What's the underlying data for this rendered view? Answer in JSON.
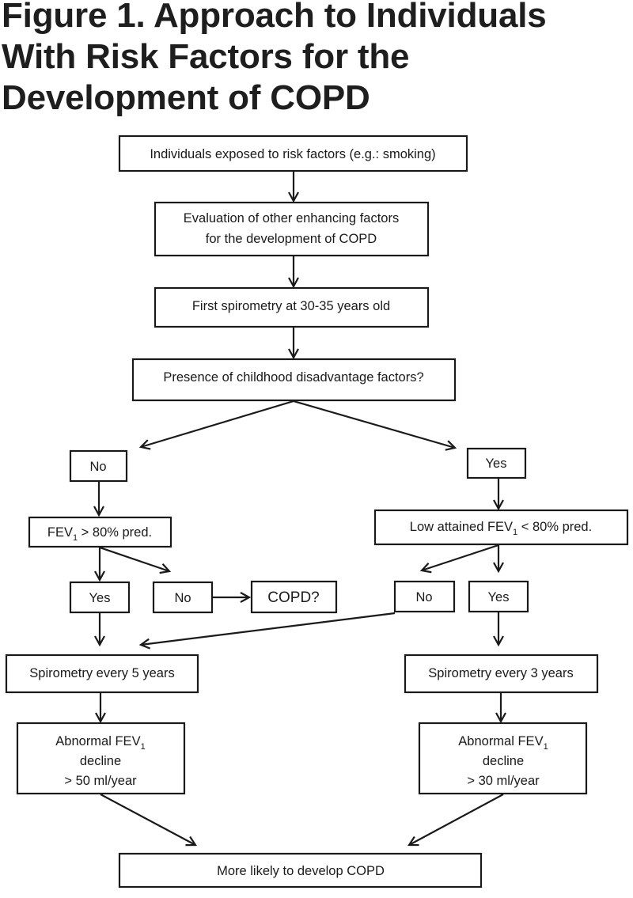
{
  "title": {
    "line1": "Figure 1. Approach to Individuals",
    "line2": "With Risk Factors for the",
    "line3": "Development of COPD"
  },
  "nodes": {
    "exposed": "Individuals exposed to risk factors  (e.g.: smoking)",
    "enhancing_1": "Evaluation of other enhancing factors",
    "enhancing_2": "for the development of COPD",
    "first_spiro": "First spirometry at 30-35 years old",
    "childhood": "Presence of childhood disadvantage factors?",
    "left_no": "No",
    "right_yes": "Yes",
    "fev_left_a": "FEV",
    "fev_left_sub": "1",
    "fev_left_b": " > 80% pred.",
    "fev_right_a": "Low attained FEV",
    "fev_right_sub": "1",
    "fev_right_b": " < 80% pred.",
    "left_yes2": "Yes",
    "left_no2": "No",
    "copd_q": "COPD?",
    "right_no2": "No",
    "right_yes2": "Yes",
    "spiro5": "Spirometry every 5 years",
    "spiro3": "Spirometry every 3 years",
    "abn_left_1a": "Abnormal FEV",
    "abn_left_1sub": "1",
    "abn_left_2": "decline",
    "abn_left_3": "> 50 ml/year",
    "abn_right_1a": "Abnormal FEV",
    "abn_right_1sub": "1",
    "abn_right_2": "decline",
    "abn_right_3": "> 30 ml/year",
    "final": "More likely to develop COPD"
  }
}
